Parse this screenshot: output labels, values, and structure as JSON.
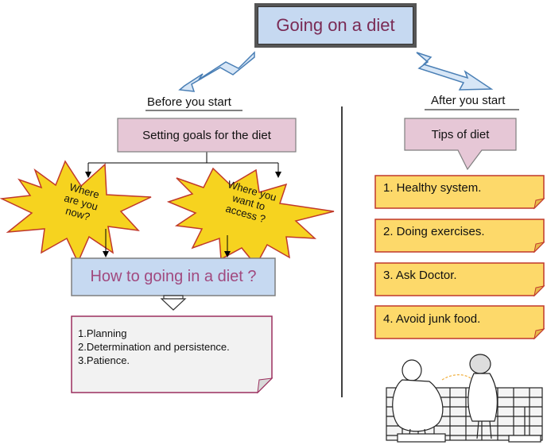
{
  "title": "Going on a diet",
  "left": {
    "heading": "Before you start",
    "goal_box": "Setting goals for the diet",
    "burst1": [
      "Where",
      "are you",
      "now?"
    ],
    "burst2": [
      "Where you",
      "want to",
      "access ?"
    ],
    "how_box": "How to going in a diet ?",
    "steps": [
      "1.Planning",
      "2.Determination and persistence.",
      "3.Patience."
    ]
  },
  "right": {
    "heading": "After you start",
    "tips_box": "Tips of diet",
    "tips": [
      "1. Healthy system.",
      "2. Doing exercises.",
      "3. Ask Doctor.",
      "4. Avoid junk food."
    ]
  },
  "colors": {
    "title_fill": "#c6d9f1",
    "pink_fill": "#e6c7d6",
    "burst_fill": "#f6d31f",
    "burst_stroke": "#c0392b",
    "note_fill": "#fdd96a",
    "note_stroke": "#c0392b",
    "title_text": "#7a2b55",
    "how_text": "#a14a7f",
    "arrow_fill": "#d7e6f6",
    "arrow_stroke": "#4a7fb5"
  },
  "icons": [
    "diet-cartoon-illustration"
  ]
}
